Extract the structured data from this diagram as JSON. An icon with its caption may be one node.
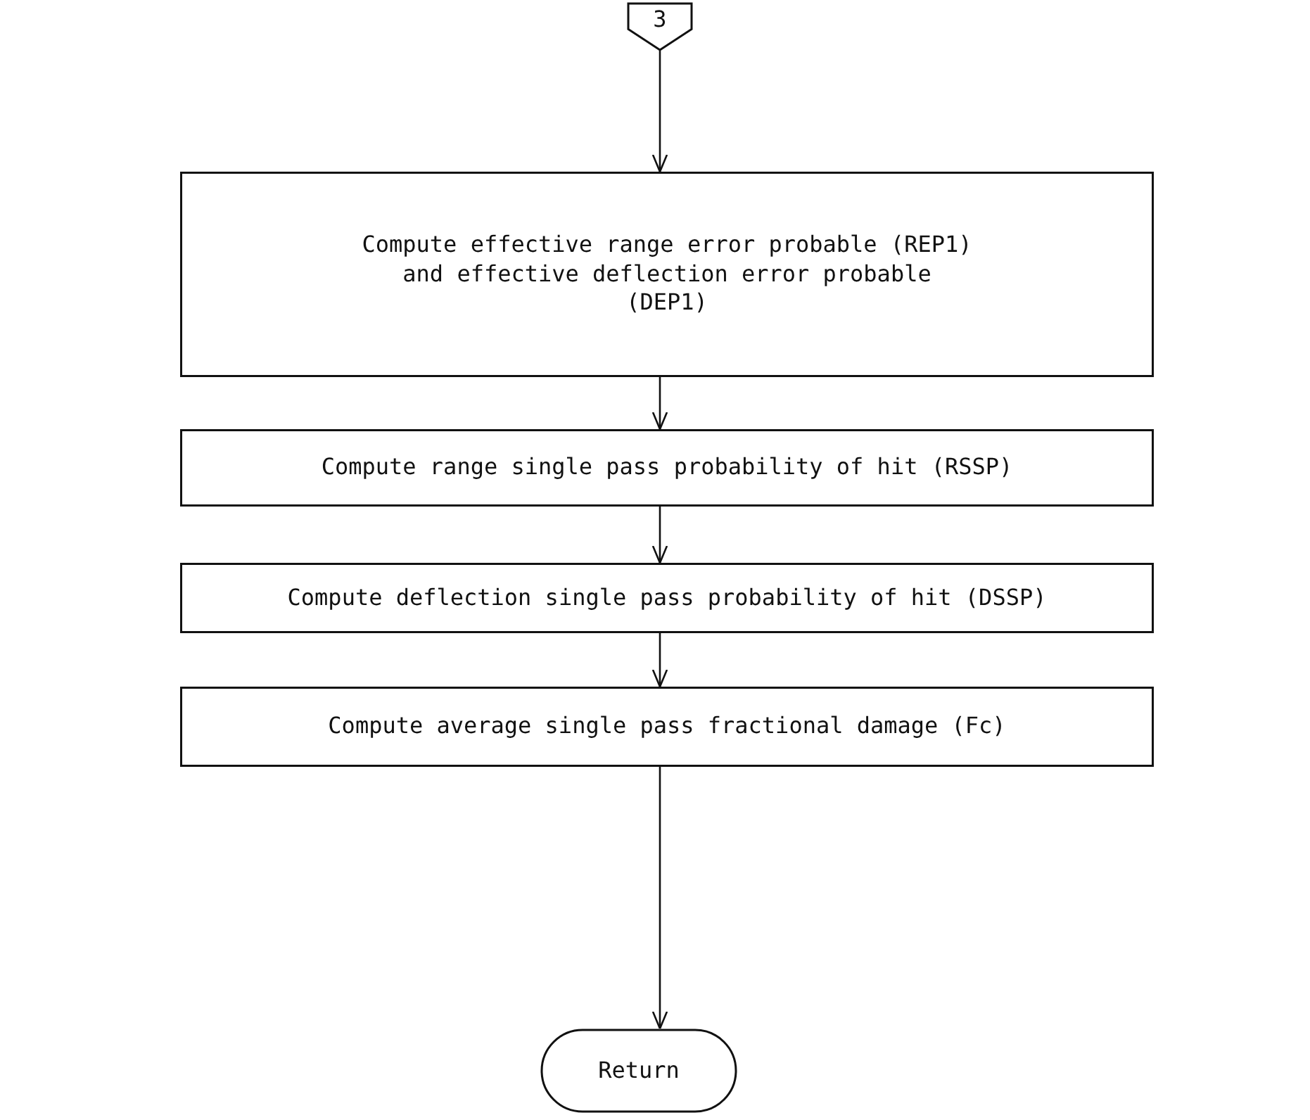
{
  "diagram": {
    "nodes": [
      {
        "text": [
          "3"
        ]
      },
      {
        "text": [
          "Compute effective range error probable (REP1) and effective deflection error probable (DEP1)"
        ]
      },
      {
        "text": [
          "Compute range single pass probability of hit (RSSP)"
        ]
      },
      {
        "text": [
          "Compute deflection single pass probability of hit (DSSP)"
        ]
      },
      {
        "text": [
          "Compute average single pass fractional damage (Fc)"
        ]
      },
      {
        "text": [
          "Return"
        ]
      }
    ],
    "edges": [
      {
        "from": 0,
        "to": 1,
        "arrow": "to"
      },
      {
        "from": 1,
        "to": 2,
        "arrow": "to"
      },
      {
        "from": 2,
        "to": 3,
        "arrow": "to"
      },
      {
        "from": 3,
        "to": 4,
        "arrow": "to"
      },
      {
        "from": 4,
        "to": 5,
        "arrow": "to"
      }
    ]
  }
}
